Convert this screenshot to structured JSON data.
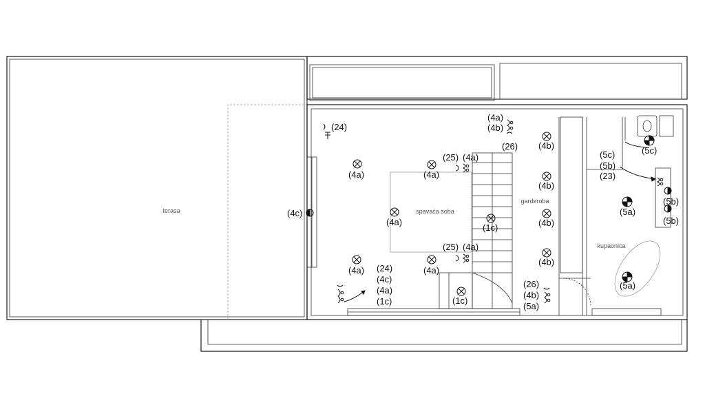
{
  "rooms": {
    "terrace": "terasa",
    "bedroom": "spavaća soba",
    "wardrobe": "garderoba",
    "bathroom": "kupaonica"
  },
  "annotations": {
    "a1": "(24)",
    "a2": "(4a)",
    "a3": "(4b)",
    "a4": "(26)",
    "a5": "(4b)",
    "a6": "(5c)",
    "a7": "(5b)",
    "a8": "(23)",
    "a9": "(5c)",
    "a10": "(4a)",
    "a11": "(4a)",
    "a12": "(25)",
    "a13": "(4a)",
    "a14": "(4b)",
    "a15": "(4c)",
    "a16": "(4a)",
    "a17": "(1c)",
    "a18": "(4b)",
    "a19": "(5b)",
    "a20": "(5a)",
    "a21": "(5b)",
    "a22": "(25)",
    "a23": "(4a)",
    "a24": "(4a)",
    "a25": "(4a)",
    "a26": "(4b)",
    "a27": "(24)",
    "a28": "(4c)",
    "a29": "(4a)",
    "a30": "(1c)",
    "a31": "(1c)",
    "a32": "(26)",
    "a33": "(4b)",
    "a34": "(5a)",
    "a35": "(5a)"
  }
}
